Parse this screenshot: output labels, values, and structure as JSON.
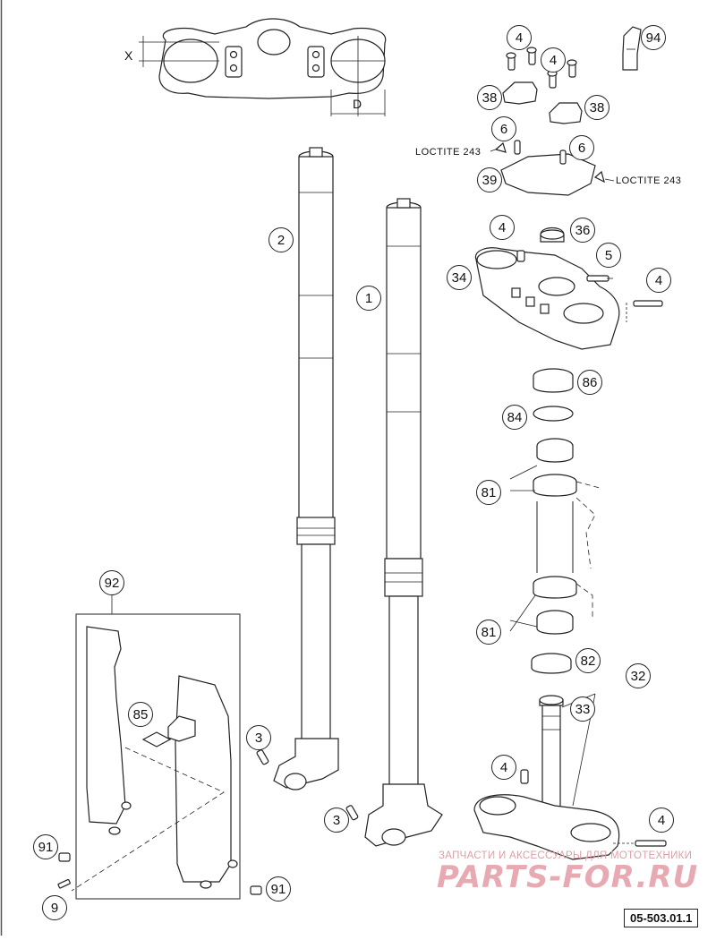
{
  "diagram": {
    "callouts": [
      {
        "id": "c4a",
        "text": "4"
      },
      {
        "id": "c4b",
        "text": "4"
      },
      {
        "id": "c94",
        "text": "94"
      },
      {
        "id": "c38a",
        "text": "38"
      },
      {
        "id": "c38b",
        "text": "38"
      },
      {
        "id": "c6a",
        "text": "6"
      },
      {
        "id": "c6b",
        "text": "6"
      },
      {
        "id": "c39",
        "text": "39"
      },
      {
        "id": "c4c",
        "text": "4"
      },
      {
        "id": "c36",
        "text": "36"
      },
      {
        "id": "c5",
        "text": "5"
      },
      {
        "id": "c34",
        "text": "34"
      },
      {
        "id": "c4d",
        "text": "4"
      },
      {
        "id": "c2",
        "text": "2"
      },
      {
        "id": "c1",
        "text": "1"
      },
      {
        "id": "c86",
        "text": "86"
      },
      {
        "id": "c84",
        "text": "84"
      },
      {
        "id": "c81a",
        "text": "81"
      },
      {
        "id": "c81b",
        "text": "81"
      },
      {
        "id": "c82",
        "text": "82"
      },
      {
        "id": "c32",
        "text": "32"
      },
      {
        "id": "c33",
        "text": "33"
      },
      {
        "id": "c92",
        "text": "92"
      },
      {
        "id": "c85",
        "text": "85"
      },
      {
        "id": "c3a",
        "text": "3"
      },
      {
        "id": "c3b",
        "text": "3"
      },
      {
        "id": "c4e",
        "text": "4"
      },
      {
        "id": "c4f",
        "text": "4"
      },
      {
        "id": "c91a",
        "text": "91"
      },
      {
        "id": "c91b",
        "text": "91"
      },
      {
        "id": "c9",
        "text": "9"
      }
    ],
    "loctite_left": "LOCTITE 243",
    "loctite_right": "LOCTITE 243",
    "dim_x": "X",
    "dim_d": "D",
    "part_number": "05-503.01.1",
    "watermark_top": "ЗАПЧАСТИ И АКСЕССУАРЫ ДЛЯ МОТОТЕХНИКИ",
    "watermark_main": "PARTS-FOR.RU",
    "colors": {
      "line": "#222222",
      "fill": "#ffffff",
      "watermark": "#e7aab2"
    }
  }
}
